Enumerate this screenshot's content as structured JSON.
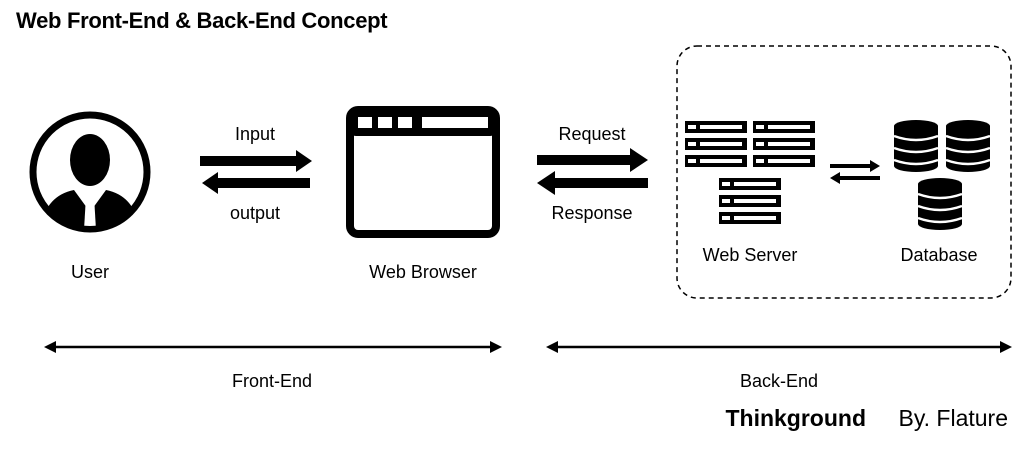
{
  "title": "Web Front-End & Back-End Concept",
  "nodes": {
    "user": "User",
    "browser": "Web Browser",
    "server": "Web Server",
    "database": "Database"
  },
  "arrows": {
    "input": "Input",
    "output": "output",
    "request": "Request",
    "response": "Response"
  },
  "ranges": {
    "front_end": "Front-End",
    "back_end": "Back-End"
  },
  "footer": {
    "brand": "Thinkground",
    "author": "By. Flature"
  }
}
